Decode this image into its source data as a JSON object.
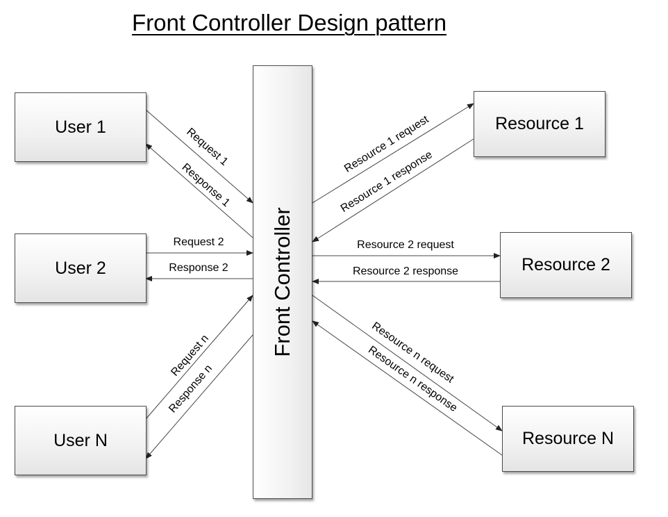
{
  "title": "Front Controller Design pattern",
  "controller": {
    "label": "Front Controller"
  },
  "users": [
    {
      "label": "User 1"
    },
    {
      "label": "User 2"
    },
    {
      "label": "User N"
    }
  ],
  "resources": [
    {
      "label": "Resource 1"
    },
    {
      "label": "Resource 2"
    },
    {
      "label": "Resource N"
    }
  ],
  "edges": {
    "request_1": "Request 1",
    "response_1": "Response 1",
    "request_2": "Request 2",
    "response_2": "Response 2",
    "request_n": "Request n",
    "response_n": "Response n",
    "resource_1_request": "Resource 1 request",
    "resource_1_response": "Resource 1 response",
    "resource_2_request": "Resource 2 request",
    "resource_2_response": "Resource 2 response",
    "resource_n_request": "Resource n request",
    "resource_n_response": "Resource n response"
  }
}
